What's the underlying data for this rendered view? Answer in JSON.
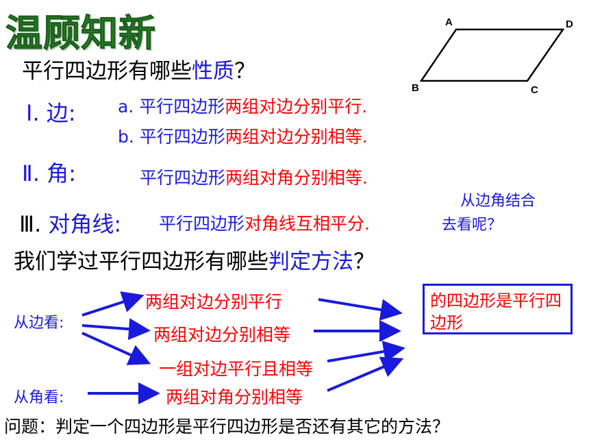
{
  "title": "温顾知新",
  "figure": {
    "labels": {
      "a": "A",
      "b": "B",
      "c": "C",
      "d": "D"
    }
  },
  "question1": {
    "prefix": "平行四边形有哪些",
    "highlight": "性质",
    "suffix": "？"
  },
  "sides": {
    "heading": "Ⅰ. 边:",
    "item_a": {
      "prefix": "a. 平行四边形",
      "highlight": "两组对边分别平行."
    },
    "item_b": {
      "prefix": "b. 平行四边形",
      "highlight": "两组对边分别相等."
    }
  },
  "angles": {
    "heading": "Ⅱ. 角:",
    "prefix": "平行四边形",
    "highlight": "两组对角分别相等."
  },
  "diagonals": {
    "heading_num": "Ⅲ. ",
    "heading": "对角线:",
    "prefix": "平行四边形",
    "highlight": "对角线互相平分."
  },
  "hint": {
    "line1": "从边角结合",
    "line2": "去看呢？"
  },
  "question2": {
    "prefix": "我们学过平行四边形有哪些",
    "highlight": "判定方法",
    "suffix": "？"
  },
  "criteria": {
    "from_sides_label": "从边看:",
    "from_angles_label": "从角看:",
    "items": [
      "两组对边分别平行",
      "两组对边分别相等",
      "一组对边平行且相等",
      "两组对角分别相等"
    ],
    "conclusion": "的四边形是平行四边形"
  },
  "bottom_question": "问题：判定一个四边形是平行四边形是否还有其它的方法？",
  "colors": {
    "title_green": "#2e8b2e",
    "accent_blue": "#1a1adc",
    "highlight_red": "#ff0000"
  }
}
